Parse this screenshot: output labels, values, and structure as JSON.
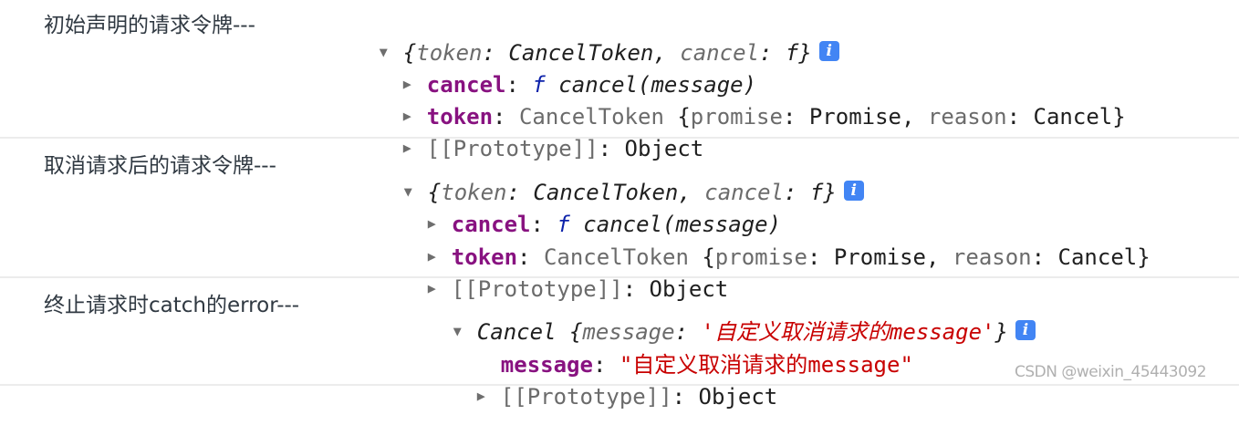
{
  "console": {
    "entries": [
      {
        "label": "初始声明的请求令牌---",
        "summary": {
          "open": "{",
          "k1": "token",
          "sep1": ": ",
          "v1": "CancelToken",
          "comma": ", ",
          "k2": "cancel",
          "sep2": ": ",
          "v2": "f",
          "close": "}"
        },
        "children": {
          "cancel": {
            "key": "cancel",
            "colon": ": ",
            "fn_glyph": "f",
            "value": " cancel(message)"
          },
          "token": {
            "key": "token",
            "colon": ": ",
            "type": "CancelToken ",
            "open": "{",
            "k1": "promise",
            "sep1": ": ",
            "v1": "Promise",
            "comma": ", ",
            "k2": "reason",
            "sep2": ": ",
            "v2": "Cancel",
            "close": "}"
          },
          "prototype": {
            "key": "[[Prototype]]",
            "colon": ": ",
            "value": "Object"
          }
        }
      },
      {
        "label": "取消请求后的请求令牌---",
        "summary": {
          "open": "{",
          "k1": "token",
          "sep1": ": ",
          "v1": "CancelToken",
          "comma": ", ",
          "k2": "cancel",
          "sep2": ": ",
          "v2": "f",
          "close": "}"
        },
        "children": {
          "cancel": {
            "key": "cancel",
            "colon": ": ",
            "fn_glyph": "f",
            "value": " cancel(message)"
          },
          "token": {
            "key": "token",
            "colon": ": ",
            "type": "CancelToken ",
            "open": "{",
            "k1": "promise",
            "sep1": ": ",
            "v1": "Promise",
            "comma": ", ",
            "k2": "reason",
            "sep2": ": ",
            "v2": "Cancel",
            "close": "}"
          },
          "prototype": {
            "key": "[[Prototype]]",
            "colon": ": ",
            "value": "Object"
          }
        }
      },
      {
        "label": "终止请求时catch的error---",
        "summary": {
          "type": "Cancel ",
          "open": "{",
          "k1": "message",
          "sep1": ": ",
          "v1": "'自定义取消请求的message'",
          "close": "}"
        },
        "children": {
          "message": {
            "key": "message",
            "colon": ": ",
            "value": "\"自定义取消请求的message\""
          },
          "prototype": {
            "key": "[[Prototype]]",
            "colon": ": ",
            "value": "Object"
          }
        }
      }
    ],
    "info_icon_glyph": "i",
    "expanded_glyph": "▼",
    "collapsed_glyph": "▶"
  },
  "watermark": "CSDN @weixin_45443092",
  "colors": {
    "key": "#881280",
    "string": "#c80000",
    "function": "#0d22aa",
    "info_badge": "#4285f4",
    "divider": "#ececec"
  }
}
